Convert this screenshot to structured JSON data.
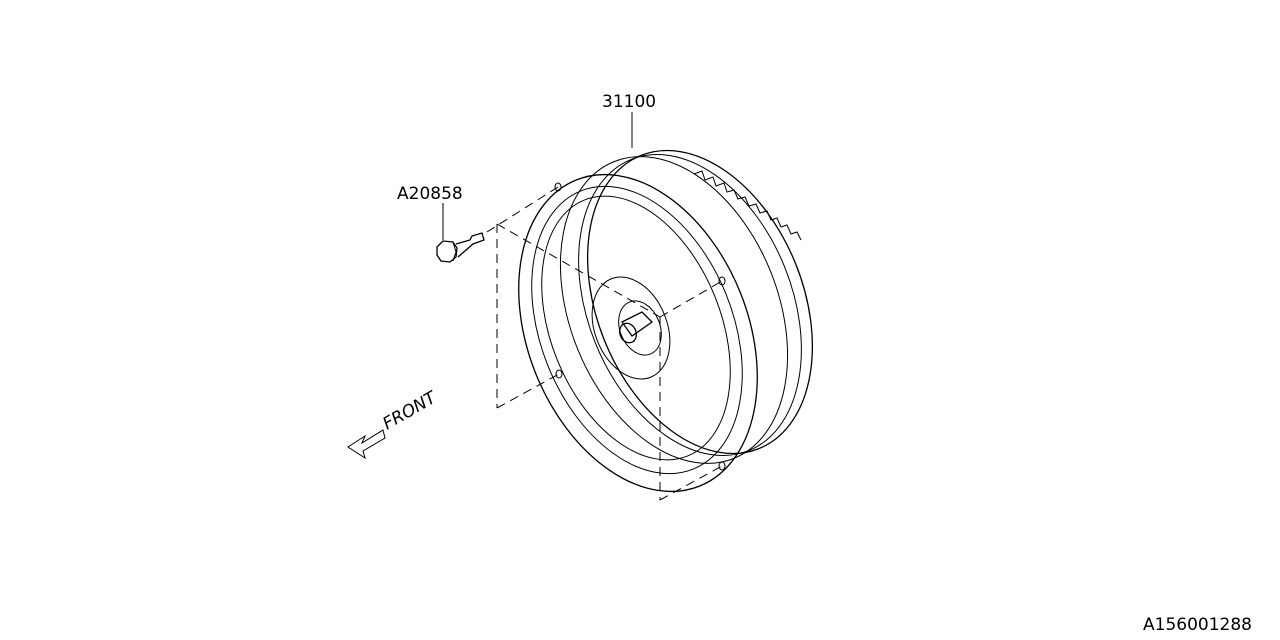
{
  "diagram": {
    "part_labels": {
      "torque_converter": "31100",
      "bolt": "A20858"
    },
    "direction_label": "FRONT",
    "figure_id": "A156001288"
  }
}
